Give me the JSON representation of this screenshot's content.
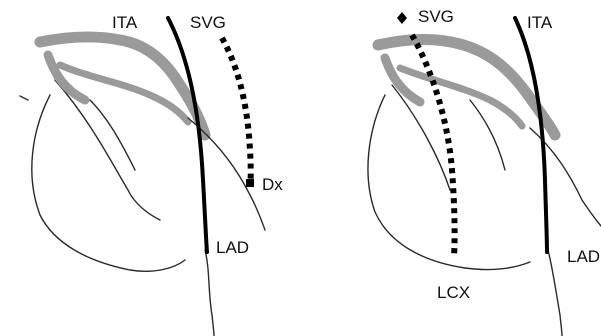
{
  "figure": {
    "left_panel": {
      "labels": {
        "ita": "ITA",
        "svg": "SVG",
        "dx": "Dx",
        "lad": "LAD"
      }
    },
    "right_panel": {
      "labels": {
        "svg": "SVG",
        "ita": "ITA",
        "lcx": "LCX",
        "lad": "LAD"
      }
    }
  },
  "colors": {
    "graft_ink": "#000000",
    "vessel_fill": "#9a9a9a",
    "vessel_outline": "#2a2a2a",
    "background": "#ffffff"
  }
}
